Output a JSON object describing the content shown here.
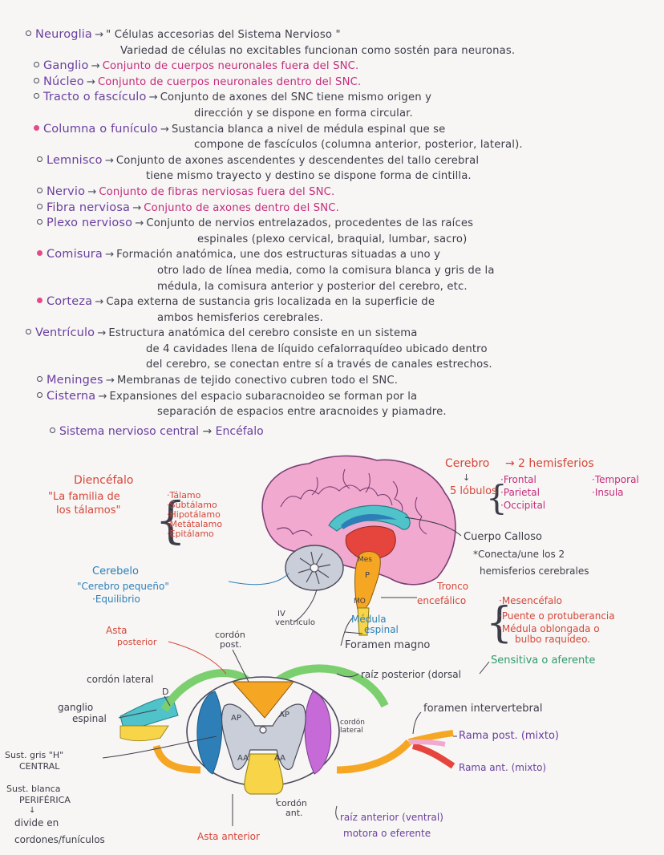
{
  "glossary": [
    {
      "term": "Neuroglia",
      "lines": [
        "\" Células accesorias del Sistema Nervioso \"",
        "Variedad de células no excitables funcionan como sostén para neuronas."
      ]
    },
    {
      "term": "Ganglio",
      "lines": [
        "Conjunto de cuerpos neuronales fuera del SNC."
      ]
    },
    {
      "term": "Núcleo",
      "lines": [
        "Conjunto de cuerpos neuronales dentro del SNC."
      ]
    },
    {
      "term": "Tracto o fascículo",
      "lines": [
        "Conjunto de axones del SNC tiene mismo origen y",
        "dirección y se dispone en forma circular."
      ]
    },
    {
      "term": "Columna o funículo",
      "lines": [
        "Sustancia blanca a nivel de médula espinal que se",
        "compone de fascículos (columna anterior, posterior, lateral)."
      ]
    },
    {
      "term": "Lemnisco",
      "lines": [
        "Conjunto de axones ascendentes y descendentes del tallo cerebral",
        "tiene mismo trayecto y destino se dispone forma de cintilla."
      ]
    },
    {
      "term": "Nervio",
      "lines": [
        "Conjunto de fibras nerviosas fuera del SNC."
      ]
    },
    {
      "term": "Fibra nerviosa",
      "lines": [
        "Conjunto de axones dentro del SNC."
      ]
    },
    {
      "term": "Plexo nervioso",
      "lines": [
        "Conjunto de nervios entrelazados, procedentes de las raíces",
        "espinales (plexo cervical, braquial, lumbar, sacro)"
      ]
    },
    {
      "term": "Comisura",
      "lines": [
        "Formación anatómica, une dos estructuras situadas a uno y",
        "otro lado de línea media, como la comisura blanca y gris de la",
        "médula, la comisura anterior y posterior del cerebro, etc."
      ]
    },
    {
      "term": "Corteza",
      "lines": [
        "Capa externa de sustancia gris localizada en la superficie de",
        "ambos hemisferios cerebrales."
      ]
    },
    {
      "term": "Ventrículo",
      "lines": [
        "Estructura anatómica del cerebro consiste en un sistema",
        "de 4 cavidades llena de líquido cefalorraquídeo ubicado dentro",
        "del cerebro, se conectan entre sí a través de canales estrechos."
      ]
    },
    {
      "term": "Meninges",
      "lines": [
        "Membranas de tejido conectivo cubren todo el SNC."
      ]
    },
    {
      "term": "Cisterna",
      "lines": [
        "Expansiones del espacio subaracnoideo se forman por la",
        "separación de espacios entre aracnoides y piamadre."
      ]
    }
  ],
  "subtitle": {
    "left": "Sistema nervioso central",
    "right": "Encéfalo"
  },
  "brain": {
    "diencefalo": {
      "title": "Diencéfalo",
      "quote": "\"La familia de",
      "quote2": "los tálamos\"",
      "items": [
        "·Tálamo",
        "·Subtálamo",
        "·Hipotálamo",
        "·Metátalamo",
        "·Epitálamo"
      ]
    },
    "cerebro": {
      "title": "Cerebro",
      "hemis": "2 hemisferios",
      "lobes_label": "5 lóbulos",
      "lobes_left": [
        "·Frontal",
        "·Parietal",
        "·Occipital"
      ],
      "lobes_right": [
        "·Temporal",
        "·Insula"
      ]
    },
    "cuerpo_calloso": {
      "title": "Cuerpo Calloso",
      "desc1": "*Conecta/une los 2",
      "desc2": "hemisferios cerebrales"
    },
    "cerebelo": {
      "title": "Cerebelo",
      "desc1": "\"Cerebro pequeño\"",
      "desc2": "·Equilibrio"
    },
    "ventriculo": {
      "l1": "IV",
      "l2": "ventrículo"
    },
    "medula": {
      "l1": "Médula",
      "l2": "espinal"
    },
    "foramen": "Foramen magno",
    "tronco": {
      "title1": "Tronco",
      "title2": "encefálico",
      "items": [
        "·Mesencéfalo",
        "·Puente o protuberancia",
        "·Médula oblongada o",
        "bulbo raquídeo."
      ]
    },
    "tags": {
      "mes": "Mes",
      "p": "P",
      "mo": "MO"
    }
  },
  "spinal": {
    "asta_posterior": {
      "l1": "Asta",
      "l2": "posterior"
    },
    "cordon_post": {
      "l1": "cordón",
      "l2": "post."
    },
    "cordon_lateral_left": "cordón lateral",
    "d": "D",
    "ganglio": {
      "l1": "ganglio",
      "l2": "espinal"
    },
    "sust_gris": {
      "l1": "Sust. gris \"H\"",
      "l2": "CENTRAL"
    },
    "sust_blanca": {
      "l1": "Sust. blanca",
      "l2": "PERIFÉRICA",
      "l3": "divide en",
      "l4": "cordones/funículos"
    },
    "asta_anterior": "Asta anterior",
    "cordon_ant": {
      "l1": "cordón",
      "l2": "ant."
    },
    "cordon_lateral_right": {
      "l1": "cordón",
      "l2": "lateral"
    },
    "raiz_posterior": "raíz posterior (dorsal",
    "sensitiva": "Sensitiva o aferente",
    "foramen_intervertebral": "foramen intervertebral",
    "rama_post": "Rama post. (mixto)",
    "rama_ant": "Rama ant. (mixto)",
    "raiz_anterior": "raíz anterior (ventral)",
    "motora": "motora o eferente",
    "ap": "AP",
    "aa": "AA"
  },
  "colors": {
    "violet": "#6a3fa0",
    "magenta": "#c42c7b",
    "red": "#d5463a",
    "blue": "#2e7fb8",
    "green": "#2f9b6e",
    "pink_cortex": "#f2a9cf",
    "orange": "#f5a623",
    "yellow": "#f7d448",
    "teal": "#4fc3c9"
  }
}
